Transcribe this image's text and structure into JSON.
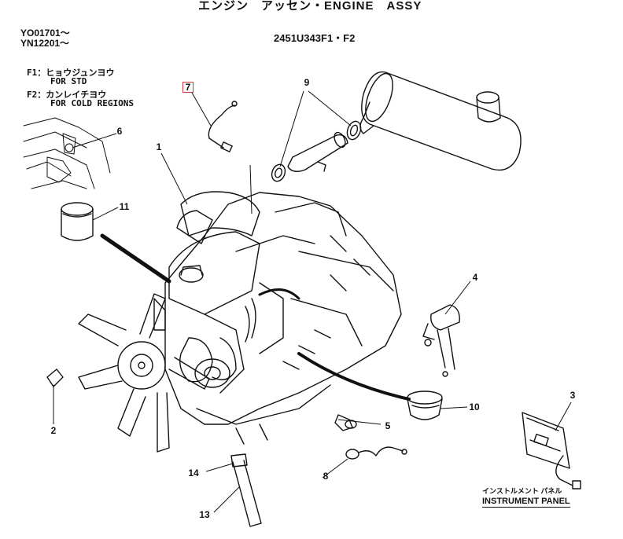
{
  "header": {
    "title": "エンジン　アッセン・ENGINE　ASSY",
    "serial_1": "YO01701～",
    "serial_2": "YN12201～",
    "part_code": "2451U343F1・F2"
  },
  "legend": {
    "f1_line": "F1：ヒョウジュンヨウ",
    "f1_sub": "FOR STD",
    "f2_line": "F2：カンレイチヨウ",
    "f2_sub": "FOR COLD REGIONS"
  },
  "callouts": {
    "n1": "1",
    "n2": "2",
    "n3": "3",
    "n4": "4",
    "n5": "5",
    "n6": "6",
    "n7": "7",
    "n8": "8",
    "n9": "9",
    "n10": "10",
    "n11": "11",
    "n13": "13",
    "n14": "14"
  },
  "instrument_panel": {
    "jp": "インストルメント パネル",
    "en": "INSTRUMENT PANEL"
  },
  "colors": {
    "highlight": "#d23b3b",
    "ink": "#111111"
  }
}
